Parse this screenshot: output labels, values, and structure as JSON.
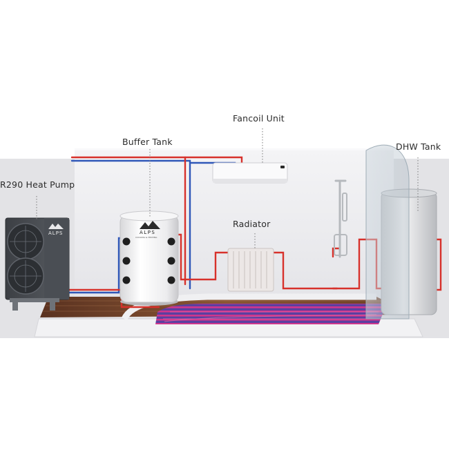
{
  "labels": {
    "heat_pump": "R290 Heat Pump",
    "buffer_tank": "Buffer Tank",
    "fancoil_unit": "Fancoil Unit",
    "radiator": "Radiator",
    "dhw_tank": "DHW Tank"
  },
  "branding": {
    "logo_text": "ALPS",
    "logo_subtext": "COOLING & HEATING"
  },
  "colors": {
    "hot_pipe": "#d7312b",
    "cold_pipe": "#2f57b8",
    "floor_heating": "#c24a9a",
    "wall": "#ececef",
    "floor": "#7a4a30"
  }
}
